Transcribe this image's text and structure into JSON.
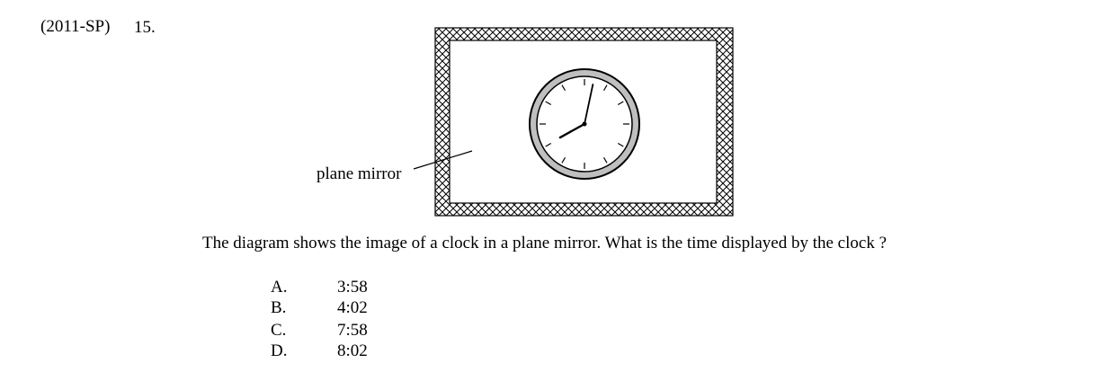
{
  "header": {
    "source": "(2011-SP)",
    "number": "15."
  },
  "figure": {
    "mirror_label": "plane mirror",
    "clock_mirror_image": {
      "hour_hand_points_to": 8,
      "minute": 2
    }
  },
  "question": "The diagram shows the image of a clock in a plane mirror.   What is the time displayed by the clock ?",
  "options": [
    {
      "letter": "A.",
      "value": "3:58"
    },
    {
      "letter": "B.",
      "value": "4:02"
    },
    {
      "letter": "C.",
      "value": "7:58"
    },
    {
      "letter": "D.",
      "value": "8:02"
    }
  ]
}
